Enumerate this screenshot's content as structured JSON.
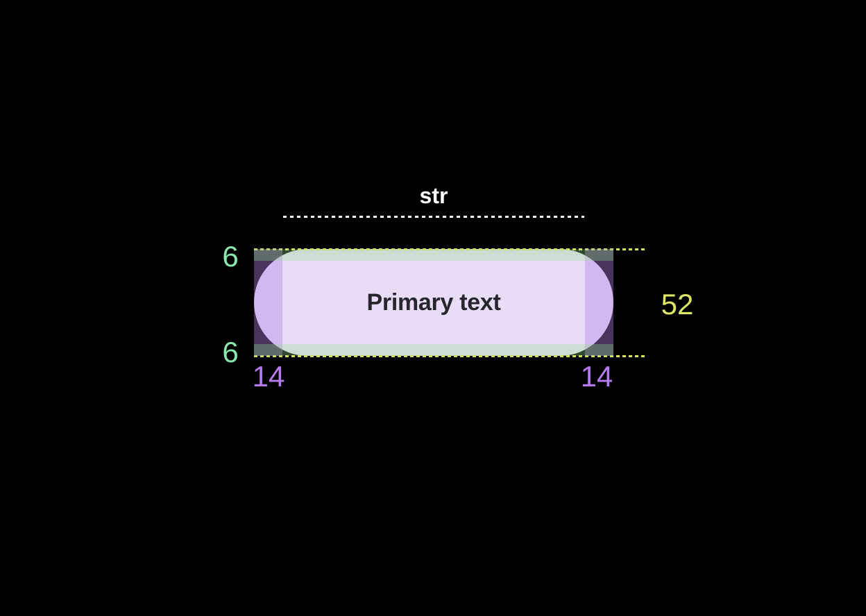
{
  "diagram": {
    "type": "button-component-spec",
    "background": "#000000",
    "button": {
      "label": "Primary text",
      "label_color": "#26262c",
      "fill": "#e8dcf7",
      "shape": "pill"
    },
    "measurements": {
      "content_width_label": "str",
      "height_label": "52",
      "padding_top_label": "6",
      "padding_bottom_label": "6",
      "padding_left_label": "14",
      "padding_right_label": "14"
    },
    "colors": {
      "content_width_annotation": "#ffffff",
      "height_annotation": "#dbe566",
      "vertical_padding_annotation": "#8ce6af",
      "horizontal_padding_annotation": "#b57af0",
      "horizontal_padding_overlay": "rgba(177,129,230,0.40)",
      "vertical_padding_overlay": "rgba(150,225,140,0.32)",
      "edge_dashed_line": "#d9e454"
    }
  }
}
